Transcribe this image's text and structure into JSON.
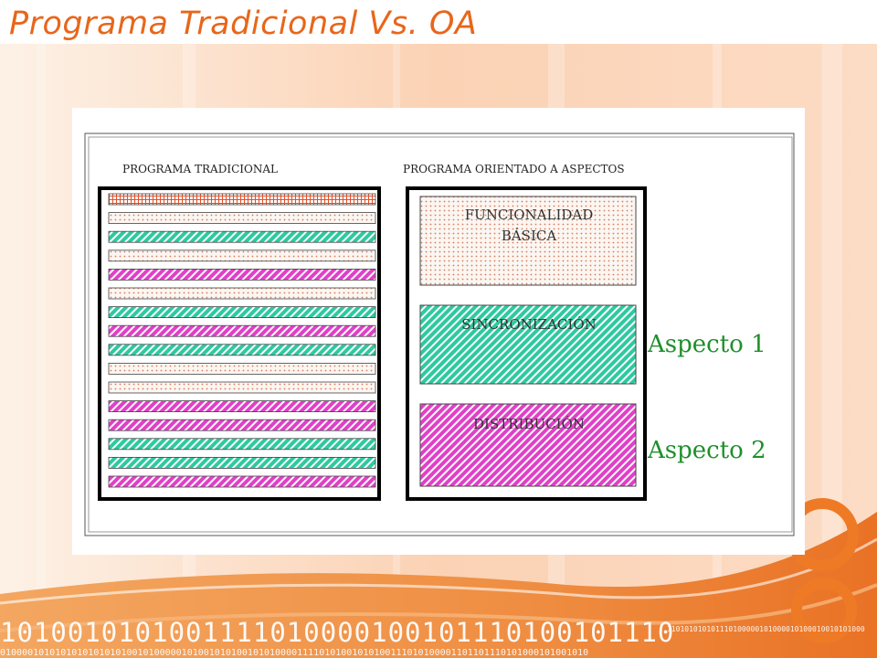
{
  "title": "Programa Tradicional Vs. OA",
  "figure": {
    "traditional_label": "PROGRAMA TRADICIONAL",
    "aspect_label": "PROGRAMA ORIENTADO A ASPECTOS",
    "traditional_strips": [
      "grid",
      "dots",
      "teal",
      "dots",
      "pink",
      "dots",
      "teal",
      "pink",
      "teal",
      "dots",
      "dots",
      "pink",
      "pink",
      "teal",
      "teal",
      "pink"
    ],
    "boxes": [
      {
        "label": "FUNCIONALIDAD BÁSICA",
        "pattern": "dots"
      },
      {
        "label": "SINCRONIZACIÓN",
        "pattern": "teal"
      },
      {
        "label": "DISTRIBUCIÓN",
        "pattern": "pink"
      }
    ],
    "aspect_1": "Aspecto 1",
    "aspect_2": "Aspecto 2"
  },
  "colors": {
    "title": "#e8661a",
    "aspect_text": "#1f8f2b",
    "teal": "#2ec9a0",
    "pink": "#e040c8",
    "dots": "#d77a5a"
  },
  "decor": {
    "binary_row_large": "1010010101001111010000100101110100101110",
    "binary_row_small": "01000010101010101010101001010000010100101010010101000011110101001010100111010100001101101110101000101001010",
    "binary_row_tiny": "110101010101110100000101000010100010010101000"
  }
}
